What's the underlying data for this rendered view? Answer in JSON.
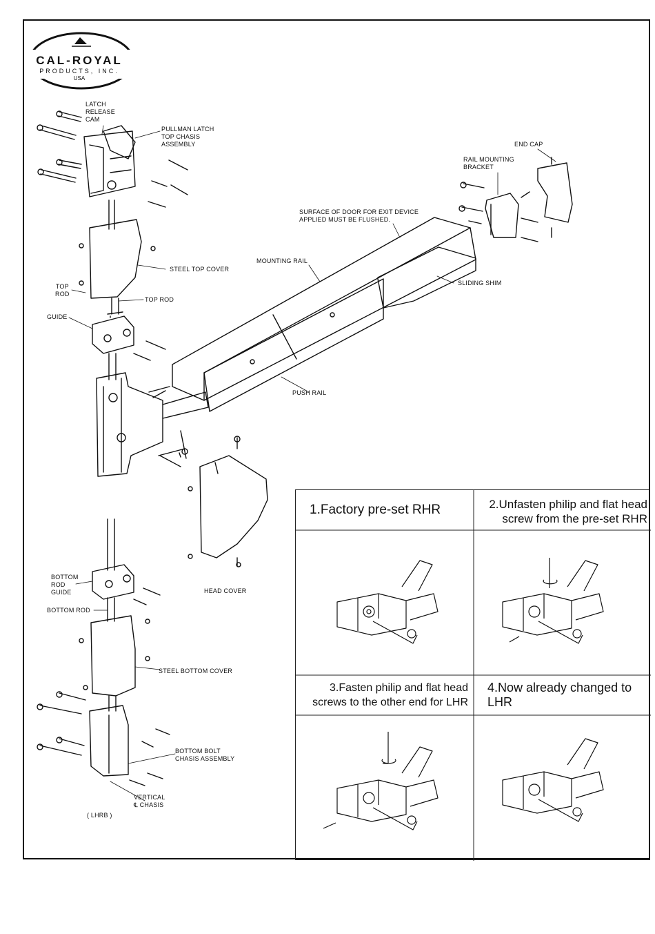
{
  "logo": {
    "name": "CAL-ROYAL",
    "subtitle": "PRODUCTS, INC.",
    "country": "USA"
  },
  "labels": {
    "latch_release_cam": "LATCH\nRELEASE\nCAM",
    "pullman_latch": "PULLMAN LATCH\nTOP CHASIS\nASSEMBLY",
    "end_cap": "END CAP",
    "rail_mounting_bracket": "RAIL MOUNTING\nBRACKET",
    "surface_note": "SURFACE OF DOOR FOR EXIT DEVICE\nAPPLIED MUST BE FLUSHED.",
    "mounting_rail": "MOUNTING RAIL",
    "steel_top_cover": "STEEL TOP COVER",
    "sliding_shim": "SLIDING SHIM",
    "top_rod_left": "TOP\nROD",
    "top_rod": "TOP ROD",
    "guide": "GUIDE",
    "push_rail": "PUSH RAIL",
    "bottom_rod_guide": "BOTTOM\nROD\nGUIDE",
    "bottom_rod": "BOTTOM ROD",
    "head_cover": "HEAD COVER",
    "steel_bottom_cover": "STEEL BOTTOM COVER",
    "bottom_bolt": "BOTTOM BOLT\nCHASIS ASSEMBLY",
    "vertical_chasis": "VERTICAL\n℄ CHASIS",
    "lhrb": "( LHRB )"
  },
  "steps": [
    {
      "caption": "1.Factory pre-set RHR"
    },
    {
      "caption": "2.Unfasten philip and flat head\nscrew from the pre-set RHR"
    },
    {
      "caption": "3.Fasten philip and flat head\nscrews to the other end for LHR"
    },
    {
      "caption": "4.Now already changed to\nLHR"
    }
  ]
}
